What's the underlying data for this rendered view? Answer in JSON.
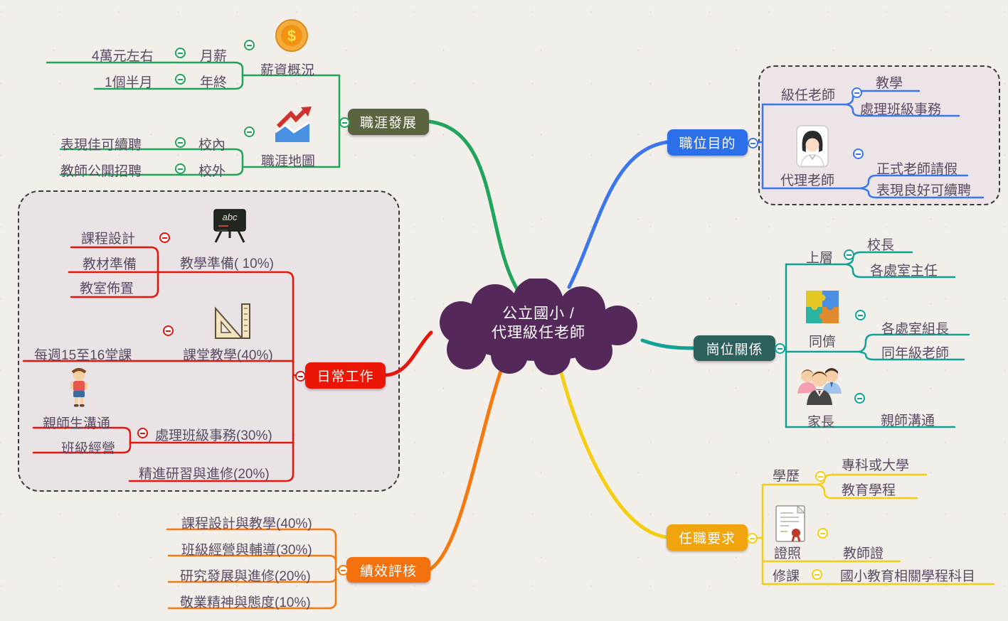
{
  "center": {
    "line1": "公立國小 /",
    "line2": "代理級任老師"
  },
  "icons": {
    "dollar": "$",
    "board": "abc"
  },
  "colors": {
    "background": "#f2efeb",
    "group_fill": "#e9e3e5",
    "text": "#5B4A63",
    "cloud": "#542858",
    "career_node": "#5A6540",
    "career_line": "#21A55B",
    "purpose_node": "#2D6FE8",
    "purpose_line": "#3D76EC",
    "daily_node": "#EC1607",
    "daily_line": "#E8150D",
    "relations_node": "#2C605C",
    "relations_line": "#10A295",
    "performance_node": "#F3710D",
    "performance_line": "#F4790F",
    "requirements_node": "#F0A50E",
    "requirements_line": "#F5CE13"
  },
  "career": {
    "label": "職涯發展",
    "salary": {
      "label": "薪資概況",
      "monthly": {
        "label": "月薪",
        "value": "4萬元左右"
      },
      "bonus": {
        "label": "年終",
        "value": "1個半月"
      }
    },
    "map": {
      "label": "職涯地圖",
      "internal": {
        "label": "校內",
        "value": "表現佳可續聘"
      },
      "external": {
        "label": "校外",
        "value": "教師公開招聘"
      }
    }
  },
  "purpose": {
    "label": "職位目的",
    "homeroom": {
      "label": "級任老師",
      "items": [
        "教學",
        "處理班級事務"
      ]
    },
    "substitute": {
      "label": "代理老師",
      "items": [
        "正式老師請假",
        "表現良好可續聘"
      ]
    }
  },
  "daily": {
    "label": "日常工作",
    "prep": {
      "label": "教學準備( 10%)",
      "items": [
        "課程設計",
        "教材準備",
        "教室佈置"
      ]
    },
    "teaching": {
      "label": "課堂教學(40%)",
      "items": [
        "每週15至16堂課"
      ]
    },
    "classa": {
      "label": "處理班級事務(30%)",
      "items": [
        "親師生溝通",
        "班級經營"
      ]
    },
    "study": {
      "label": "精進研習與進修(20%)"
    }
  },
  "relations": {
    "label": "崗位關係",
    "upper": {
      "label": "上層",
      "items": [
        "校長",
        "各處室主任"
      ]
    },
    "peers": {
      "label": "同儕",
      "items": [
        "各處室組長",
        "同年級老師"
      ]
    },
    "parents": {
      "label": "家長",
      "items": [
        "親師溝通"
      ]
    }
  },
  "performance": {
    "label": "績效評核",
    "items": [
      "課程設計與教學(40%)",
      "班級經營與輔導(30%)",
      "研究發展與進修(20%)",
      "敬業精神與態度(10%)"
    ]
  },
  "requirements": {
    "label": "任職要求",
    "education": {
      "label": "學歷",
      "items": [
        "專科或大學",
        "教育學程"
      ]
    },
    "license": {
      "label": "證照",
      "items": [
        "教師證"
      ]
    },
    "courses": {
      "label": "修課",
      "items": [
        "國小教育相關學程科目"
      ]
    }
  }
}
